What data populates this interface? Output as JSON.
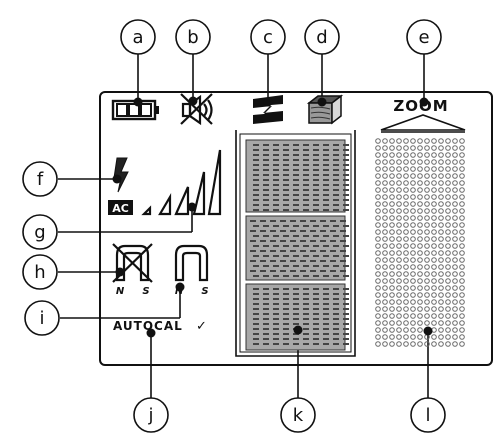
{
  "callouts": {
    "a": "a",
    "b": "b",
    "c": "c",
    "d": "d",
    "e": "e",
    "f": "f",
    "g": "g",
    "h": "h",
    "i": "i",
    "j": "j",
    "k": "k",
    "l": "l"
  },
  "display": {
    "ac_label": "AC",
    "zoom_label": "ZOOM",
    "autocal_label": "AUTOCAL",
    "autocal_check": "✓",
    "pole_n_1": "N",
    "pole_s_1": "S",
    "pole_n_2": "N",
    "pole_s_2": "S"
  },
  "icons": {
    "battery": "battery-icon",
    "speaker_muted": "speaker-muted-icon",
    "metal_beam": "metal-beam-icon",
    "wood_stud": "wood-stud-icon",
    "voltage": "lightning-icon",
    "signal_bars": "signal-strength-icon",
    "magnet_crossed": "magnet-crossed-icon",
    "magnet": "magnet-icon",
    "zoom_arrow": "zoom-triangle-icon"
  },
  "colors": {
    "ink": "#111111",
    "fill_grey": "#a8a8a8",
    "dot_grey": "#6a6a6a"
  }
}
